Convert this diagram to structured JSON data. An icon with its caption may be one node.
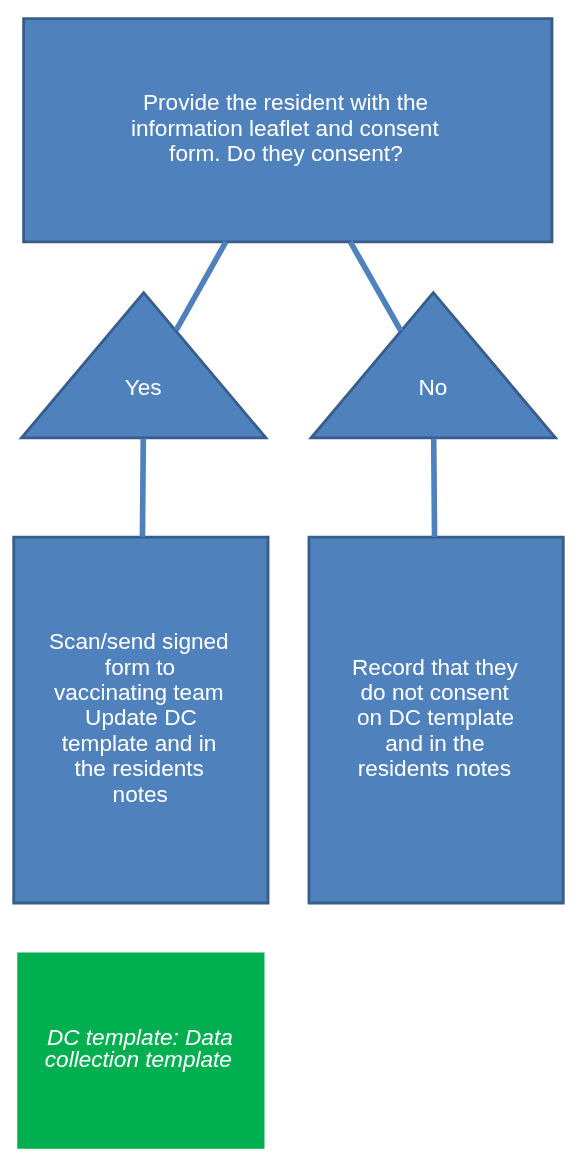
{
  "diagram": {
    "nodes": [
      {
        "text": [
          "Provide the resident with the information leaflet and consent form. Do they consent?"
        ]
      },
      {
        "text": [
          "Yes"
        ]
      },
      {
        "text": [
          "No"
        ]
      },
      {
        "text": [
          "Scan/send signed form to vaccinating team Update DC template and in the residents notes"
        ]
      },
      {
        "text": [
          "Record that they do not consent on DC template and in the residents notes"
        ]
      },
      {
        "text": [
          "DC template: Data collection template"
        ]
      }
    ],
    "edges": [
      {
        "from": 0,
        "to": 1,
        "arrow": "none"
      },
      {
        "from": 0,
        "to": 2,
        "arrow": "none"
      },
      {
        "from": 1,
        "to": 3,
        "arrow": "none"
      },
      {
        "from": 2,
        "to": 4,
        "arrow": "none"
      }
    ]
  }
}
